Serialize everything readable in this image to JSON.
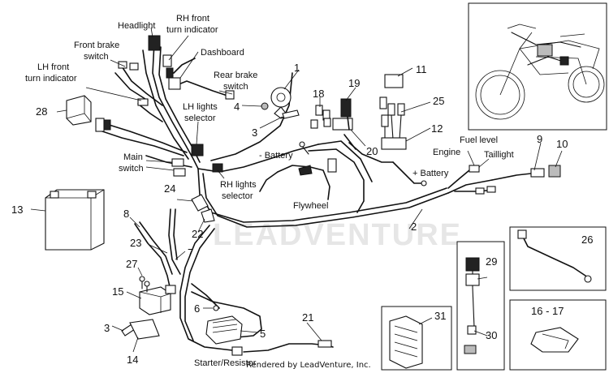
{
  "labels": {
    "headlight": "Headlight",
    "rh_front_turn_1": "RH front",
    "rh_front_turn_2": "turn indicator",
    "front_brake_1": "Front brake",
    "front_brake_2": "switch",
    "dashboard": "Dashboard",
    "lh_front_turn_1": "LH front",
    "lh_front_turn_2": "turn indicator",
    "rear_brake_1": "Rear brake",
    "rear_brake_2": "switch",
    "lh_lights_1": "LH lights",
    "lh_lights_2": "selector",
    "minus_battery": "- Battery",
    "main_switch_1": "Main",
    "main_switch_2": "switch",
    "rh_lights_1": "RH lights",
    "rh_lights_2": "selector",
    "flywheel": "Flywheel",
    "engine": "Engine",
    "plus_battery": "+ Battery",
    "fuel_level": "Fuel level",
    "taillight": "Taillight",
    "starter": "Starter/Resistor"
  },
  "callouts": {
    "n1": "1",
    "n2": "2",
    "n3": "3",
    "n3b": "3",
    "n4": "4",
    "n5": "5",
    "n6": "6",
    "n7": "7",
    "n8": "8",
    "n9": "9",
    "n10": "10",
    "n11": "11",
    "n12": "12",
    "n13": "13",
    "n14": "14",
    "n15": "15",
    "n18": "18",
    "n19": "19",
    "n20": "20",
    "n21": "21",
    "n22": "22",
    "n23": "23",
    "n24": "24",
    "n25": "25",
    "n26": "26",
    "n27": "27",
    "n28": "28",
    "n29": "29",
    "n30": "30",
    "n31": "31",
    "n1617": "16 - 17"
  },
  "watermark": "LEADVENTURE",
  "credit": "Rendered by LeadVenture, Inc.",
  "icons": [
    "motorcycle-overview-icon",
    "battery-icon",
    "wiring-harness-icon"
  ]
}
